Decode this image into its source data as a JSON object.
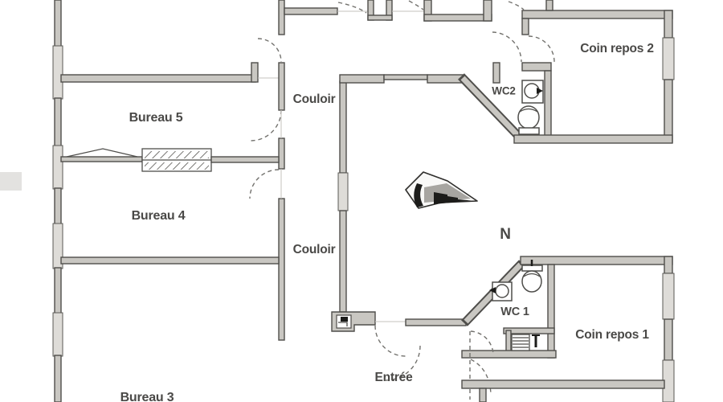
{
  "plan": {
    "type": "floor-plan",
    "rooms": [
      {
        "id": "bureau5",
        "label": "Bureau 5"
      },
      {
        "id": "bureau4",
        "label": "Bureau 4"
      },
      {
        "id": "bureau3",
        "label": "Bureau 3"
      },
      {
        "id": "couloir_top",
        "label": "Couloir"
      },
      {
        "id": "couloir_bottom",
        "label": "Couloir"
      },
      {
        "id": "entree",
        "label": "Entrée"
      },
      {
        "id": "wc2",
        "label": "WC2"
      },
      {
        "id": "wc1",
        "label": "WC 1"
      },
      {
        "id": "coin_repos_2",
        "label": "Coin repos 2"
      },
      {
        "id": "coin_repos_1",
        "label": "Coin repos 1"
      }
    ],
    "compass": {
      "label": "N"
    },
    "colors": {
      "background": "#ffffff",
      "wall_fill": "#c9c7c2",
      "wall_stroke": "#4f4e4b",
      "window_fill": "#dedcd8",
      "door_arc": "#73726e",
      "text": "#4a4947",
      "accent_dark": "#1c1c1a"
    }
  }
}
